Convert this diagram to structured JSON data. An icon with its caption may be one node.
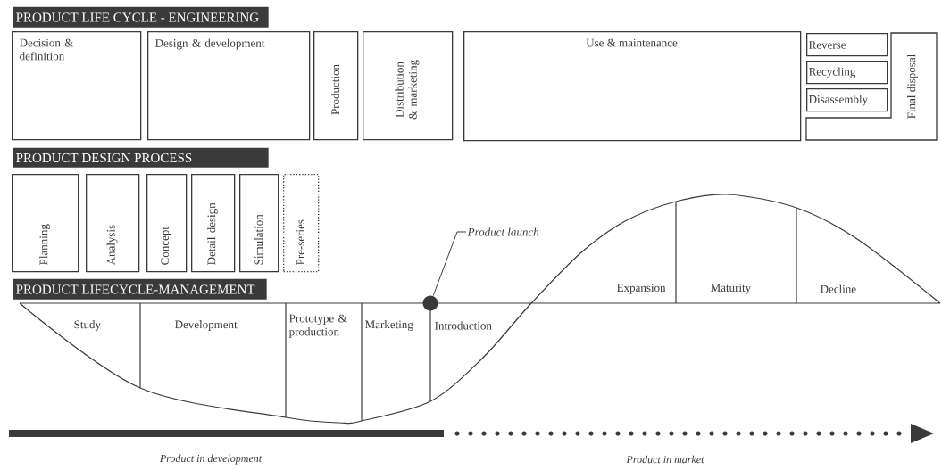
{
  "diagram": {
    "nodes": [
      {
        "text": [
          "PRODUCT LIFE CYCLE - ENGINEERING"
        ]
      },
      {
        "text": [
          "Decision & definition"
        ]
      },
      {
        "text": [
          "Design & development"
        ]
      },
      {
        "text": [
          "Production"
        ]
      },
      {
        "text": [
          "Distribution & marketing"
        ]
      },
      {
        "text": [
          "Use & maintenance"
        ]
      },
      {
        "text": [
          "Reverse"
        ]
      },
      {
        "text": [
          "Recycling"
        ]
      },
      {
        "text": [
          "Disassembly"
        ]
      },
      {
        "text": [
          "Final disposal"
        ]
      },
      {
        "text": [
          "PRODUCT DESIGN PROCESS"
        ]
      },
      {
        "text": [
          "Planning"
        ]
      },
      {
        "text": [
          "Analysis"
        ]
      },
      {
        "text": [
          "Concept"
        ]
      },
      {
        "text": [
          "Detail design"
        ]
      },
      {
        "text": [
          "Simulation"
        ]
      },
      {
        "text": [
          "Pre-series"
        ]
      },
      {
        "text": [
          "PRODUCT LIFECYCLE-MANAGEMENT"
        ]
      },
      {
        "text": [
          "Product launch"
        ]
      },
      {
        "text": [],
        "shape": "circle"
      }
    ],
    "edges": [
      {
        "from": 18,
        "to": 19,
        "arrow": "none"
      }
    ],
    "labels": [
      "Study",
      "Development",
      "Prototype & production",
      "Marketing",
      "Introduction",
      "Expansion",
      "Maturity",
      "Decline",
      "Product in development",
      "Product in market"
    ]
  }
}
